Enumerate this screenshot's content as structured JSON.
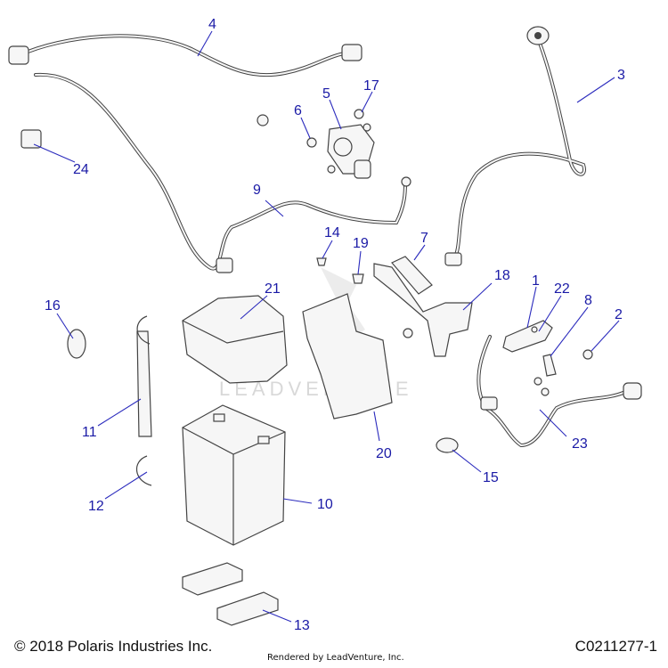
{
  "diagram": {
    "callouts": [
      "1",
      "2",
      "3",
      "4",
      "5",
      "6",
      "7",
      "8",
      "9",
      "10",
      "11",
      "12",
      "13",
      "14",
      "15",
      "16",
      "17",
      "18",
      "19",
      "20",
      "21",
      "22",
      "23",
      "24"
    ],
    "watermark": "LEADVENTURE"
  },
  "footer": {
    "copyright": "© 2018 Polaris Industries Inc.",
    "rendered_by": "Rendered by LeadVenture, Inc.",
    "drawing_number": "C0211277-1"
  }
}
